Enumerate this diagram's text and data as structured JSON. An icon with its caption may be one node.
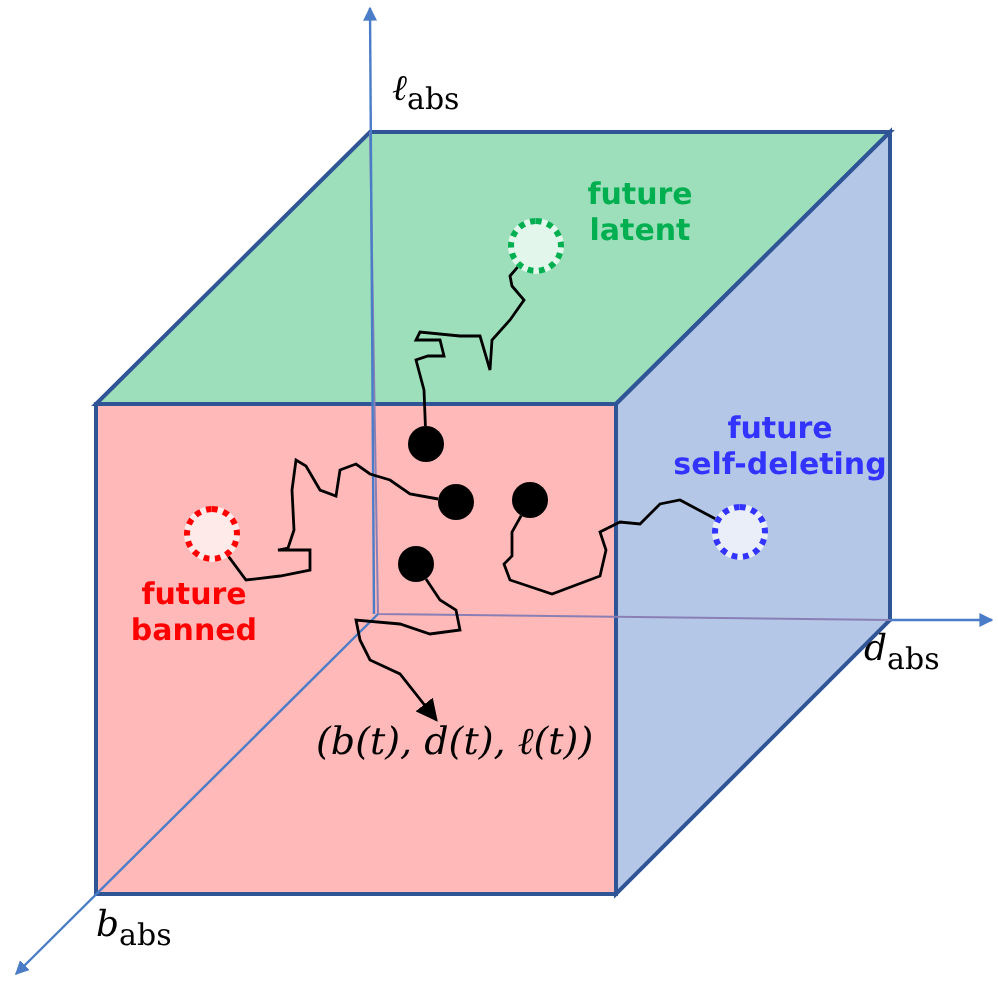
{
  "diagram": {
    "nodes": [
      {
        "text": [
          "future latent"
        ]
      },
      {
        "text": [
          "future self-deleting"
        ]
      },
      {
        "text": [
          "future banned"
        ]
      },
      {
        "text": [],
        "shape": "circle"
      },
      {
        "text": [],
        "shape": "circle"
      },
      {
        "text": [],
        "shape": "circle"
      },
      {
        "text": [],
        "shape": "circle"
      },
      {
        "text": [
          "(b(t), d(t), ℓ(t))"
        ]
      }
    ],
    "edges": [
      {
        "from": 3,
        "to": 0,
        "arrow": "none"
      },
      {
        "from": 4,
        "to": 2,
        "arrow": "none"
      },
      {
        "from": 5,
        "to": 1,
        "arrow": "none"
      },
      {
        "from": 6,
        "to": 7,
        "arrow": "to"
      }
    ],
    "labels": [
      "ℓ$_{abs}$",
      "d$_{abs}$",
      "b$_{abs}$"
    ]
  }
}
